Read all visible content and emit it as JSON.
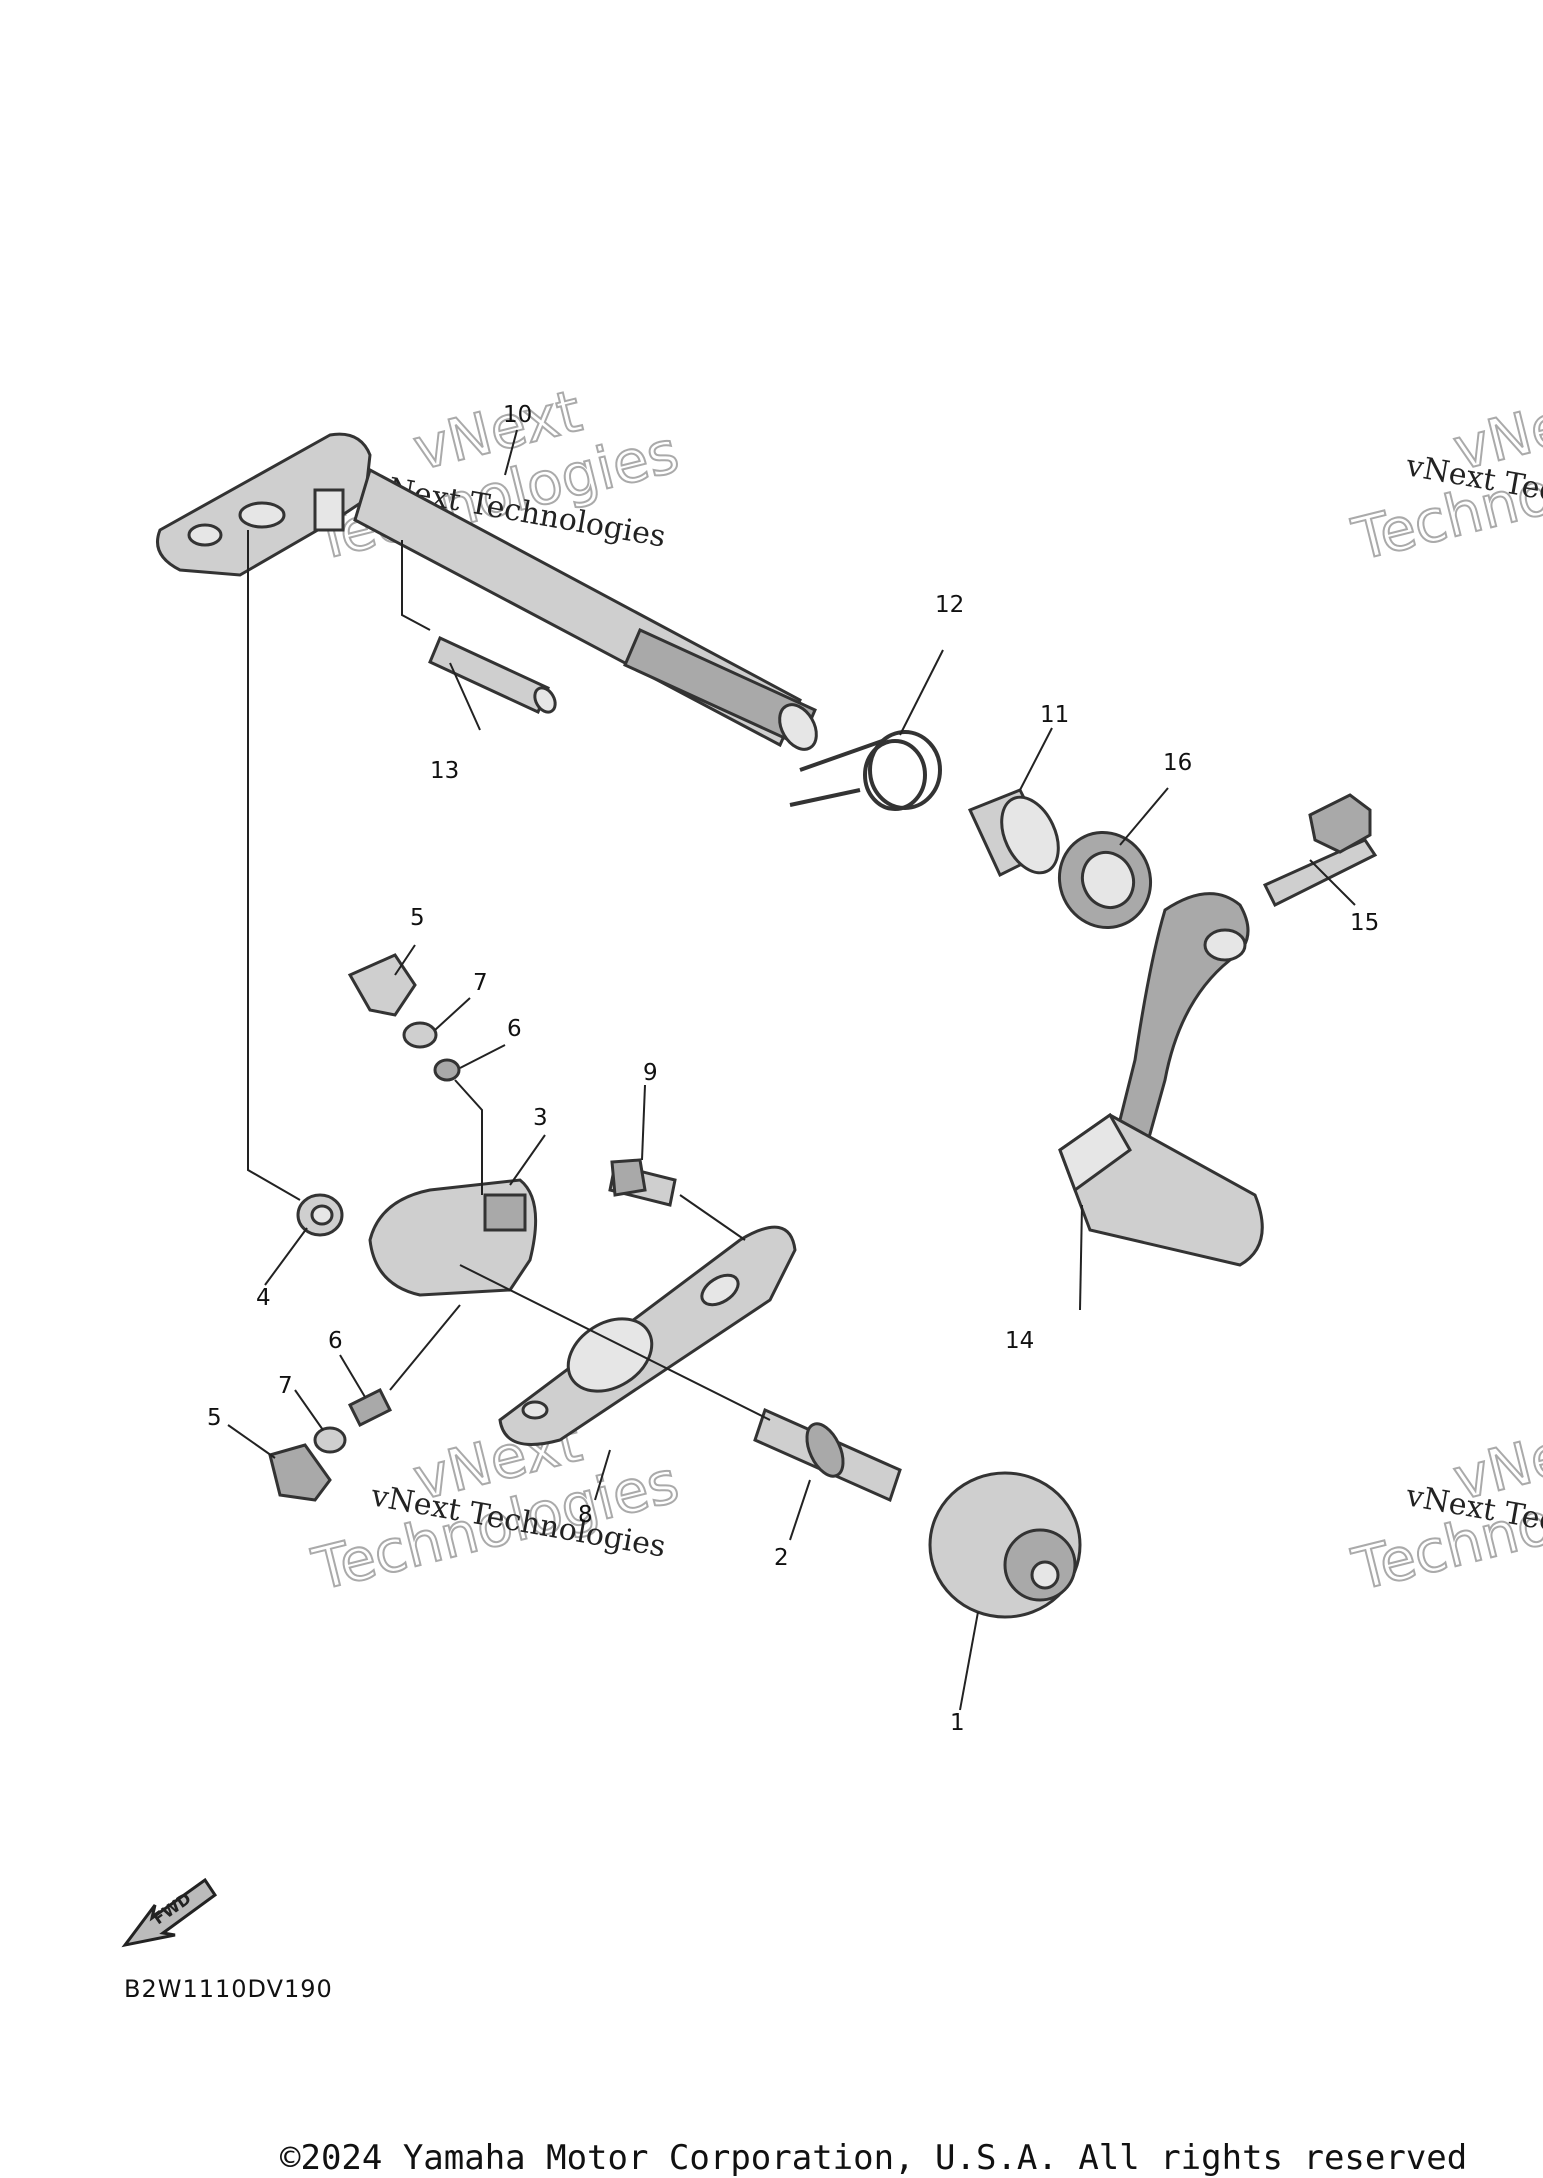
{
  "diagram": {
    "callouts": {
      "n1": "1",
      "n2": "2",
      "n3": "3",
      "n4a": "4",
      "n5a": "5",
      "n5b": "5",
      "n6a": "6",
      "n6b": "6",
      "n7a": "7",
      "n7b": "7",
      "n8": "8",
      "n9": "9",
      "n10": "10",
      "n11": "11",
      "n12": "12",
      "n13": "13",
      "n14": "14",
      "n15": "15",
      "n16": "16"
    },
    "watermark_line": "vNext Technologies",
    "watermark_big_1": "vNext",
    "watermark_big_2": "Technologies",
    "fwd_label": "FWD",
    "diagram_code": "B2W1110DV190"
  },
  "footer": {
    "copyright": "©2024 Yamaha Motor Corporation, U.S.A. All rights reserved"
  },
  "icons": {
    "fwd": "fwd-arrow-icon"
  }
}
